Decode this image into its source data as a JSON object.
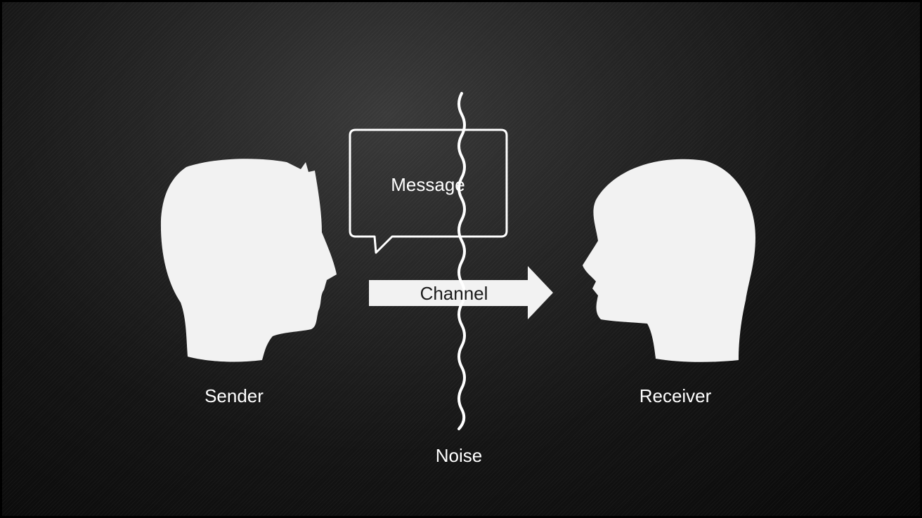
{
  "diagram": {
    "sender_label": "Sender",
    "receiver_label": "Receiver",
    "message_label": "Message",
    "channel_label": "Channel",
    "noise_label": "Noise"
  },
  "colors": {
    "silhouette": "#f2f2f2",
    "outline": "#ffffff",
    "background": "#1a1a1a"
  },
  "icons": {
    "sender": "head-silhouette-facing-right",
    "receiver": "head-silhouette-facing-left",
    "message": "speech-bubble-outline",
    "channel": "arrow-right",
    "noise": "wavy-line"
  }
}
